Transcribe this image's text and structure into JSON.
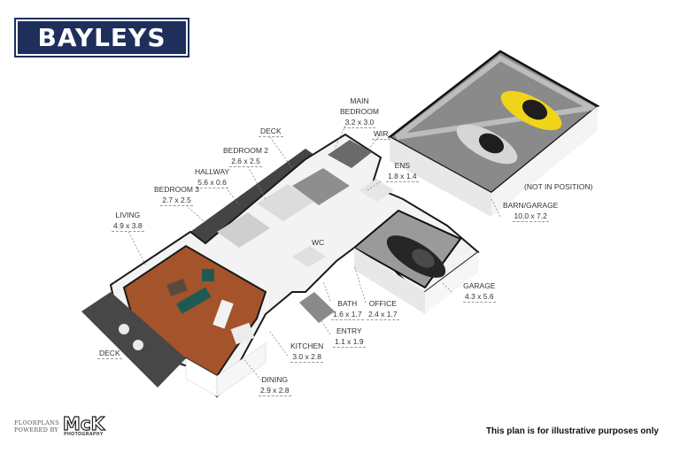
{
  "brand": {
    "logo_text": "BAYLEYS",
    "color": "#1f2f5c"
  },
  "rooms": [
    {
      "name": "MAIN BEDROOM",
      "name2": "",
      "dims": "3.2 x 3.0"
    },
    {
      "name": "WIR",
      "dims": ""
    },
    {
      "name": "DECK",
      "dims": ""
    },
    {
      "name": "BEDROOM 2",
      "dims": "2.6 x 2.5"
    },
    {
      "name": "HALLWAY",
      "dims": "5.6 x 0.6"
    },
    {
      "name": "BEDROOM 3",
      "dims": "2.7 x 2.5"
    },
    {
      "name": "LIVING",
      "dims": "4.9 x 3.8"
    },
    {
      "name": "ENS",
      "dims": "1.8 x 1.4"
    },
    {
      "name": "WC",
      "dims": ""
    },
    {
      "name": "BARN/GARAGE",
      "dims": "10.0 x 7.2",
      "note": "(NOT IN POSITION)"
    },
    {
      "name": "GARAGE",
      "dims": "4.3 x 5.6"
    },
    {
      "name": "BATH",
      "dims": "1.6 x 1.7"
    },
    {
      "name": "OFFICE",
      "dims": "2.4 x 1.7"
    },
    {
      "name": "ENTRY",
      "dims": "1.1 x 1.9"
    },
    {
      "name": "KITCHEN",
      "dims": "3.0 x 2.8"
    },
    {
      "name": "DECK",
      "dims": ""
    },
    {
      "name": "DINING",
      "dims": "2.9 x 2.8"
    }
  ],
  "main_bedroom_label": {
    "line1": "MAIN",
    "line2": "BEDROOM",
    "dims": "3.2 x 3.0"
  },
  "footer": {
    "powered_line1": "FLOORPLANS",
    "powered_line2": "POWERED BY",
    "mck_logo": "McK",
    "mck_sub": "PHOTOGRAPHY",
    "disclaimer": "This plan is for illustrative purposes only"
  },
  "colors": {
    "floor_wood": "#a0522d",
    "floor_grey": "#8e8e8e",
    "deck": "#4a4a4a",
    "wall": "#f2f2f2",
    "wall_edge": "#1a1a1a",
    "car_yellow": "#f2d91c",
    "car_silver": "#d0d0d0",
    "car_black": "#1e1e1e"
  }
}
